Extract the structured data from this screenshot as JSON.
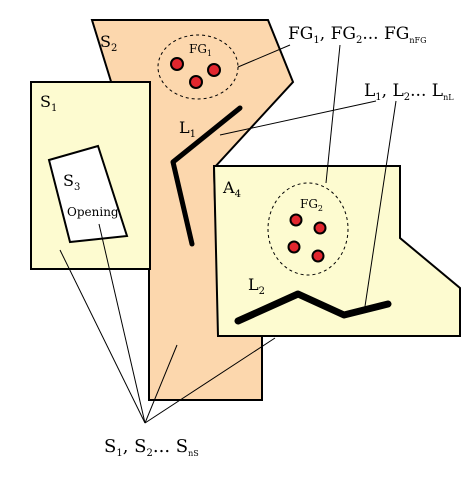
{
  "colors": {
    "surface_s2": "#fcd7ad",
    "surface_light": "#fdfbd0",
    "outline": "#000000",
    "ground_fill": "#fdd4a8",
    "feature_point": "#e1262e",
    "background": "#ffffff"
  },
  "labels": {
    "s2": {
      "base": "S",
      "sub": "2"
    },
    "s1": {
      "base": "S",
      "sub": "1"
    },
    "s3": {
      "base": "S",
      "sub": "3"
    },
    "a4": {
      "base": "A",
      "sub": "4"
    },
    "opening": "Opening",
    "fg1": {
      "base": "FG",
      "sub": "1"
    },
    "fg2": {
      "base": "FG",
      "sub": "2"
    },
    "l1": {
      "base": "L",
      "sub": "1"
    },
    "l2": {
      "base": "L",
      "sub": "2"
    },
    "fg_legend": {
      "a": "FG",
      "a_sub": "1",
      "sep1": ", ",
      "b": "FG",
      "b_sub": "2",
      "sep2": "... ",
      "c": "FG",
      "c_sub": "nFG"
    },
    "l_legend": {
      "a": "L",
      "a_sub": "1",
      "sep1": ", ",
      "b": "L",
      "b_sub": "2",
      "sep2": "... ",
      "c": "L",
      "c_sub": "nL"
    },
    "s_legend": {
      "a": "S",
      "a_sub": "1",
      "sep1": ", ",
      "b": "S",
      "b_sub": "2",
      "sep2": "... ",
      "c": "S",
      "c_sub": "nS"
    }
  }
}
